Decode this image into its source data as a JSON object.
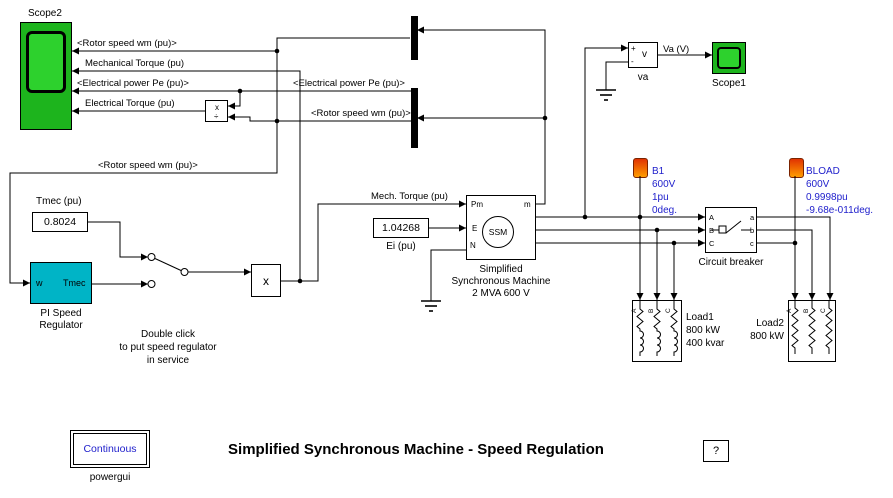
{
  "title": "Simplified Synchronous Machine - Speed Regulation",
  "help_button": "?",
  "colors": {
    "scope_green": "#1db41d",
    "scope_screen_green": "#2dd12d",
    "pi_cyan": "#00b4c6",
    "annotation_blue": "#2121cc",
    "bus_icon_red": "#e03202",
    "bus_icon_orange": "#ff9d00"
  },
  "scope2": {
    "label": "Scope2"
  },
  "scope1": {
    "label": "Scope1"
  },
  "signals": {
    "rotor_speed": "<Rotor speed wm (pu)>",
    "mechanical_torque": "Mechanical Torque (pu)",
    "electrical_power": "<Electrical power Pe (pu)>",
    "electrical_torque": "Electrical Torque (pu)",
    "mech_torque": "Mech. Torque (pu)",
    "va": "Va (V)"
  },
  "divide_block": {
    "multiply": "x",
    "divide": "÷"
  },
  "voltage_meter": {
    "plus": "+",
    "v": "v",
    "minus": "-",
    "label": "va"
  },
  "tmec_constant": {
    "label": "Tmec (pu)",
    "value": "0.8024"
  },
  "pi_regulator": {
    "in": "w",
    "out": "Tmec",
    "label": "PI Speed\nRegulator"
  },
  "switch_note": "Double click\nto put speed regulator\nin service",
  "product_block": {
    "symbol": "x"
  },
  "ei_constant": {
    "value": "1.04268",
    "label": "Ei (pu)"
  },
  "machine": {
    "pm": "Pm",
    "m": "m",
    "e": "E",
    "n": "N",
    "core": "SSM",
    "label": "Simplified\nSynchronous Machine\n2 MVA 600 V"
  },
  "b1": "B1\n600V\n1pu\n0deg.",
  "bload": "BLOAD\n600V\n0.9998pu\n-9.68e-011deg.",
  "breaker": {
    "ports_in": [
      "A",
      "B",
      "C"
    ],
    "ports_out": [
      "a",
      "b",
      "c"
    ],
    "label": "Circuit breaker"
  },
  "load1": {
    "ports": [
      "A",
      "B",
      "C"
    ],
    "label": "Load1\n800 kW\n400 kvar"
  },
  "load2": {
    "ports": [
      "A",
      "B",
      "C"
    ],
    "label": "Load2\n800 kW"
  },
  "powergui": {
    "text": "Continuous",
    "label": "powergui"
  }
}
